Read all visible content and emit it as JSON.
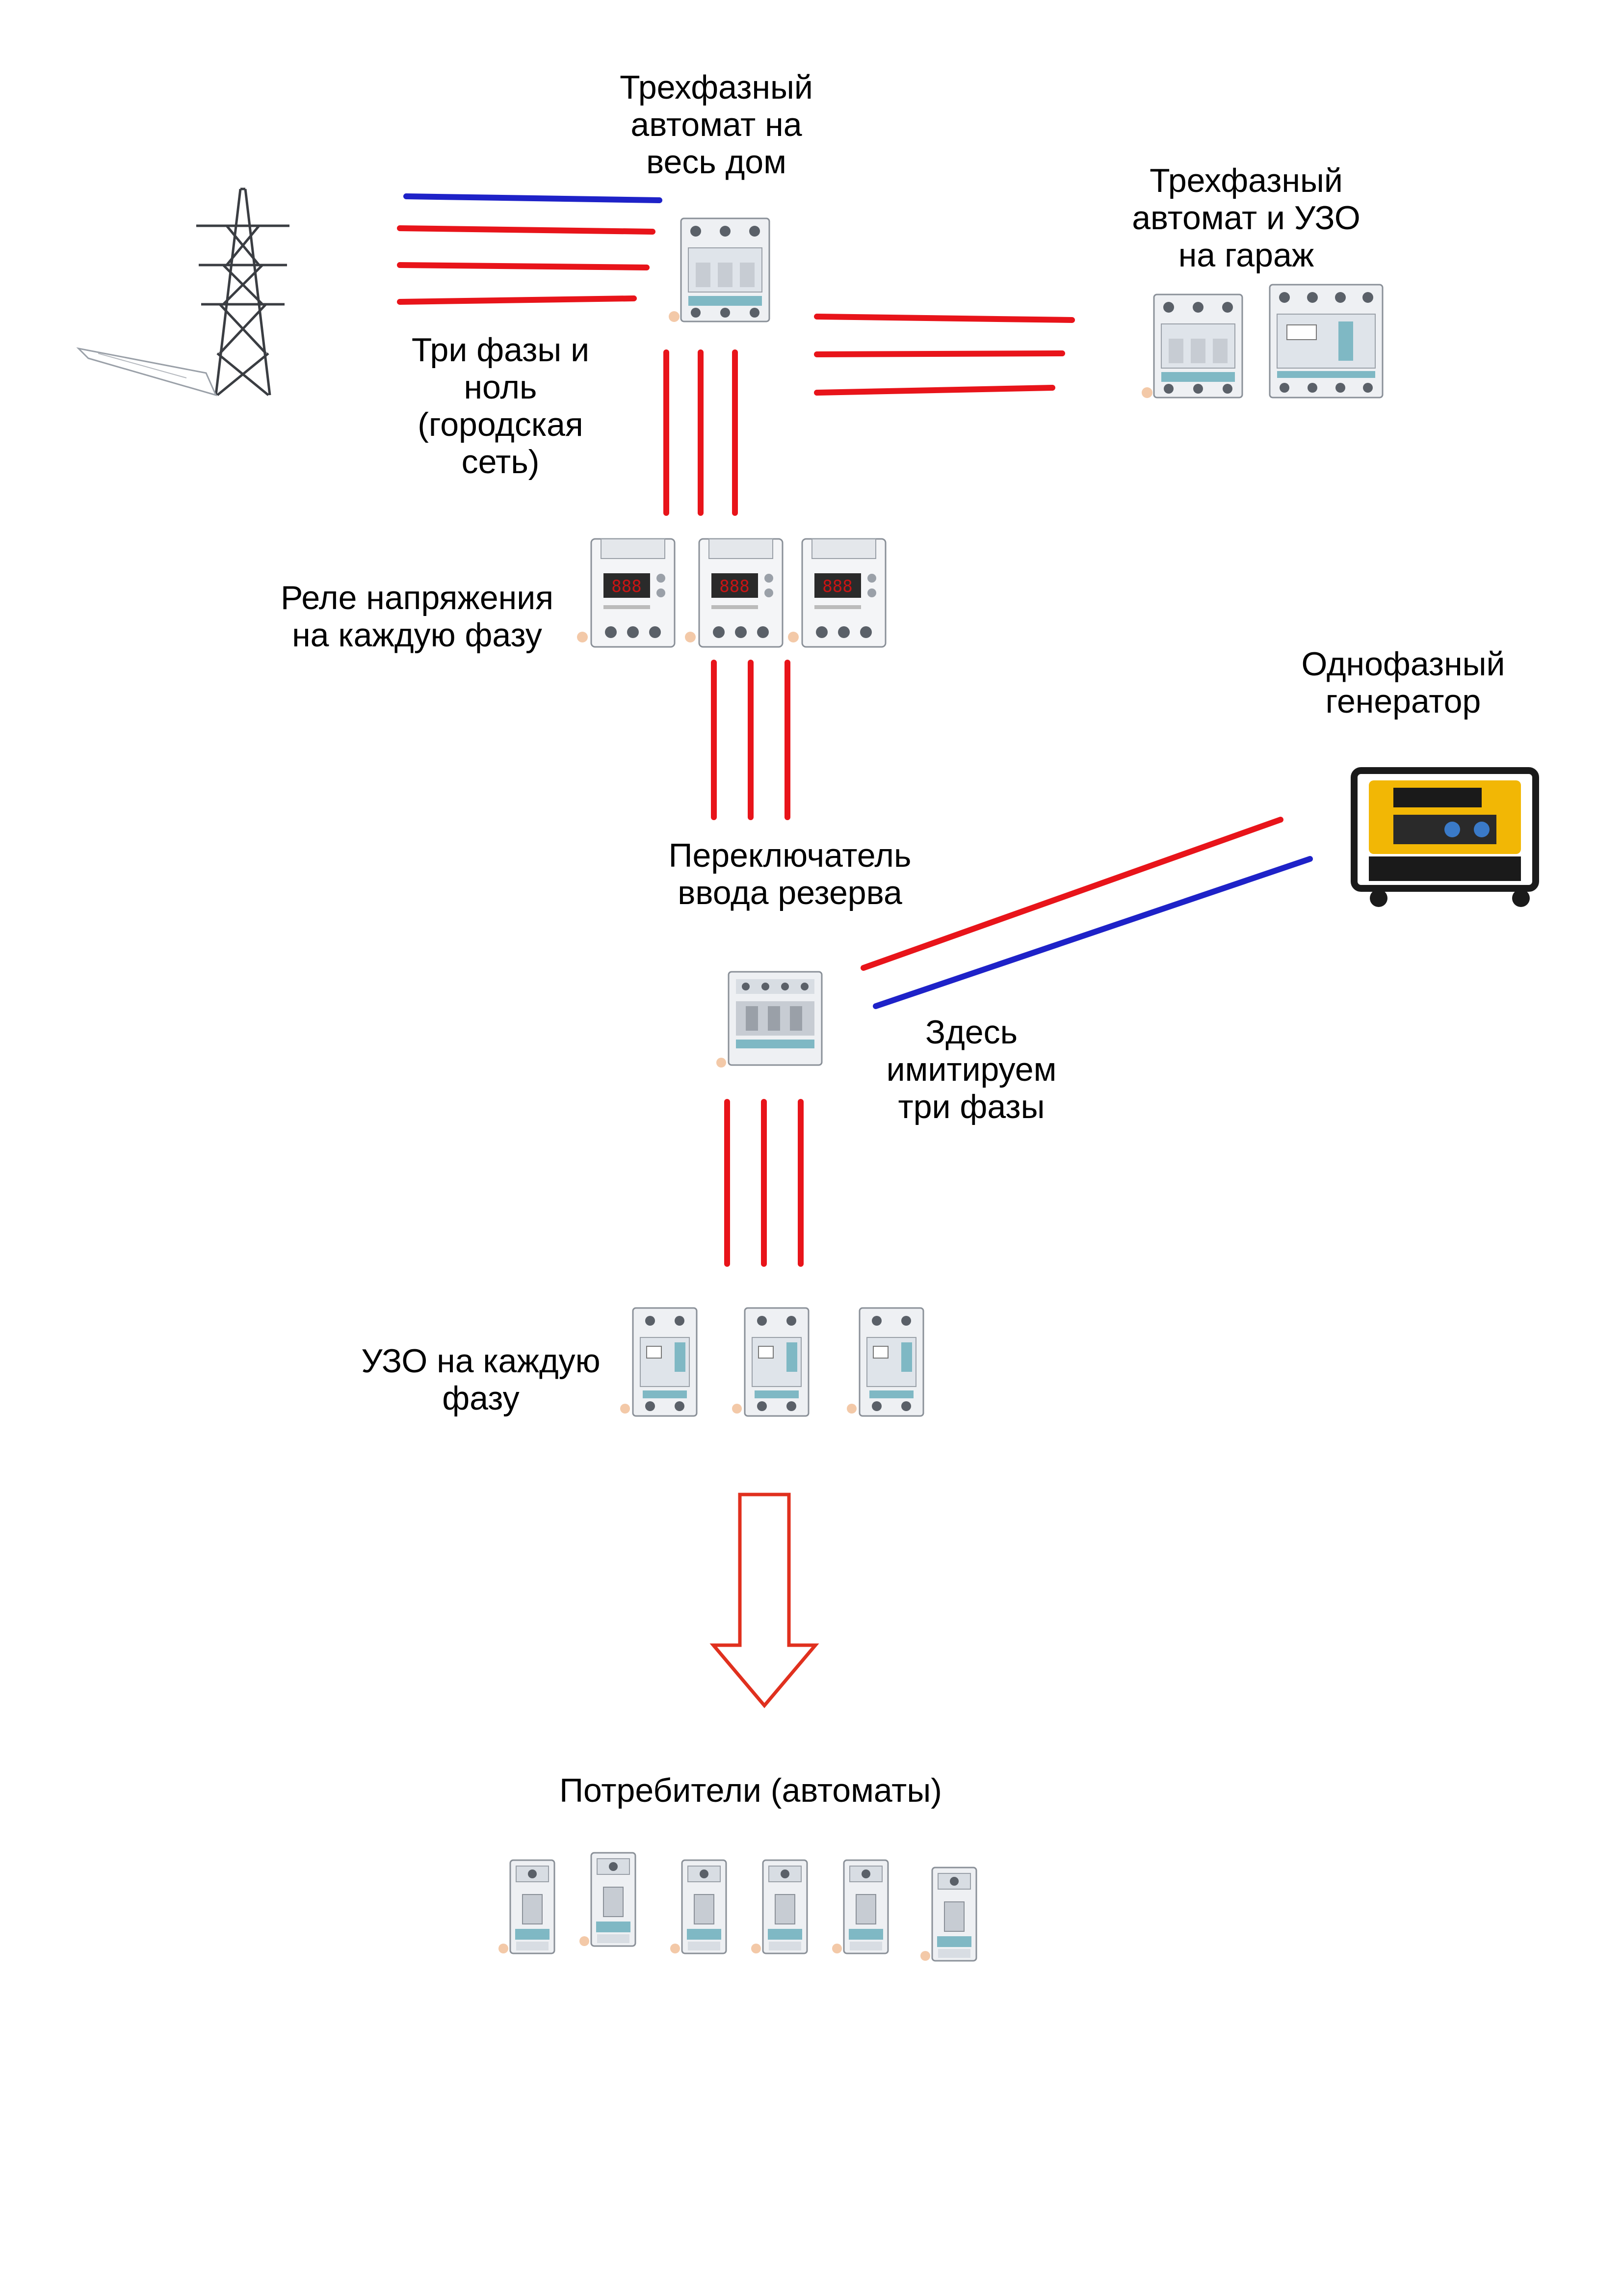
{
  "colors": {
    "phase": "#e8141a",
    "neutral": "#1e22c8",
    "arrow": "#e0301e",
    "device_body": "#eef0f3",
    "device_stroke": "#8a9098",
    "device_teal": "#7fb8c4",
    "relay_display": "#c81414"
  },
  "labels": {
    "main_breaker": [
      "Трехфазный",
      "автомат на",
      "весь дом"
    ],
    "garage": [
      "Трехфазный",
      "автомат и УЗО",
      "на гараж"
    ],
    "grid": [
      "Три фазы и",
      "ноль",
      "(городская",
      "сеть)"
    ],
    "relay": [
      "Реле напряжения",
      "на каждую фазу"
    ],
    "generator": [
      "Однофазный",
      "генератор"
    ],
    "switch": [
      "Переключатель",
      "ввода резерва"
    ],
    "emulate": [
      "Здесь",
      "имитируем",
      "три фазы"
    ],
    "rcd": [
      "УЗО на каждую",
      "фазу"
    ],
    "consumers": [
      "Потребители (автоматы)"
    ]
  },
  "icons": {
    "tower": "power-tower-icon",
    "main_breaker": "three-pole-breaker-icon",
    "garage_breaker": "three-pole-breaker-icon",
    "garage_rcd": "four-pole-rcd-icon",
    "relay": "voltage-relay-icon",
    "generator": "generator-icon",
    "switch": "changeover-switch-icon",
    "rcd": "two-pole-rcd-icon",
    "consumer_breaker": "single-pole-breaker-icon",
    "arrow": "down-arrow-icon"
  }
}
